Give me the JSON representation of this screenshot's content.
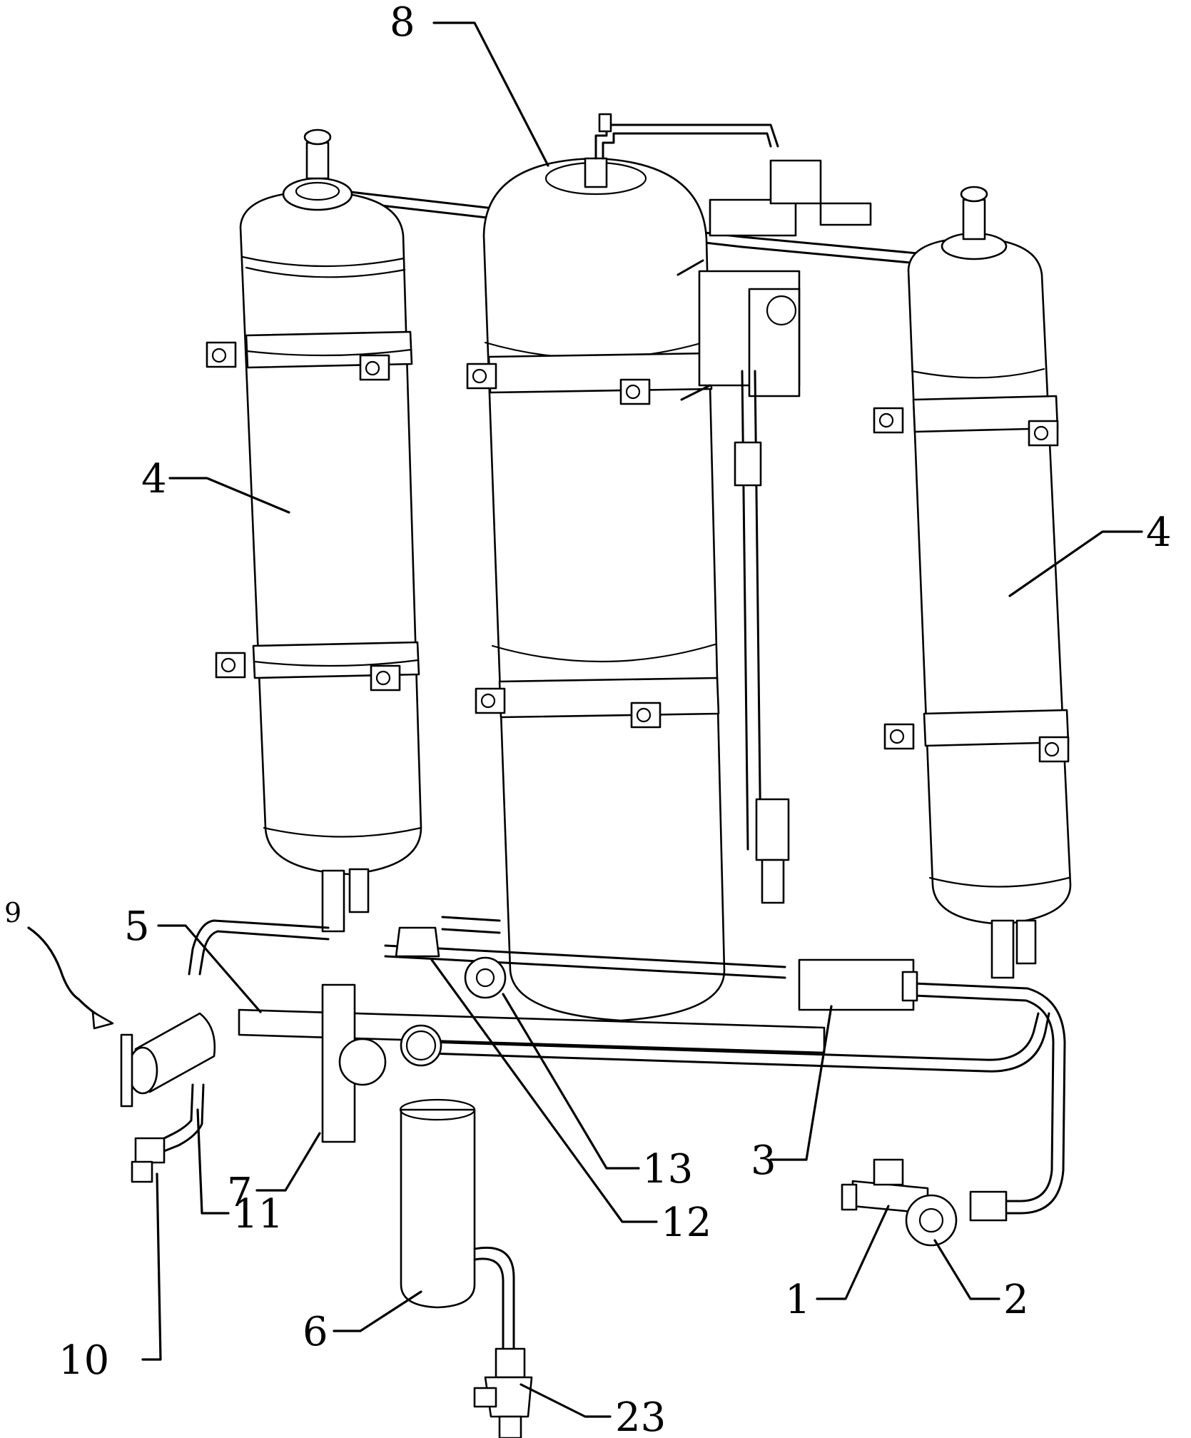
{
  "labels": {
    "l1": "1",
    "l2": "2",
    "l3": "3",
    "l4_left": "4",
    "l4_right": "4",
    "l5": "5",
    "l6": "6",
    "l7": "7",
    "l8": "8",
    "l9": "9",
    "l10": "10",
    "l11": "11",
    "l12": "12",
    "l13": "13",
    "l23": "23"
  }
}
